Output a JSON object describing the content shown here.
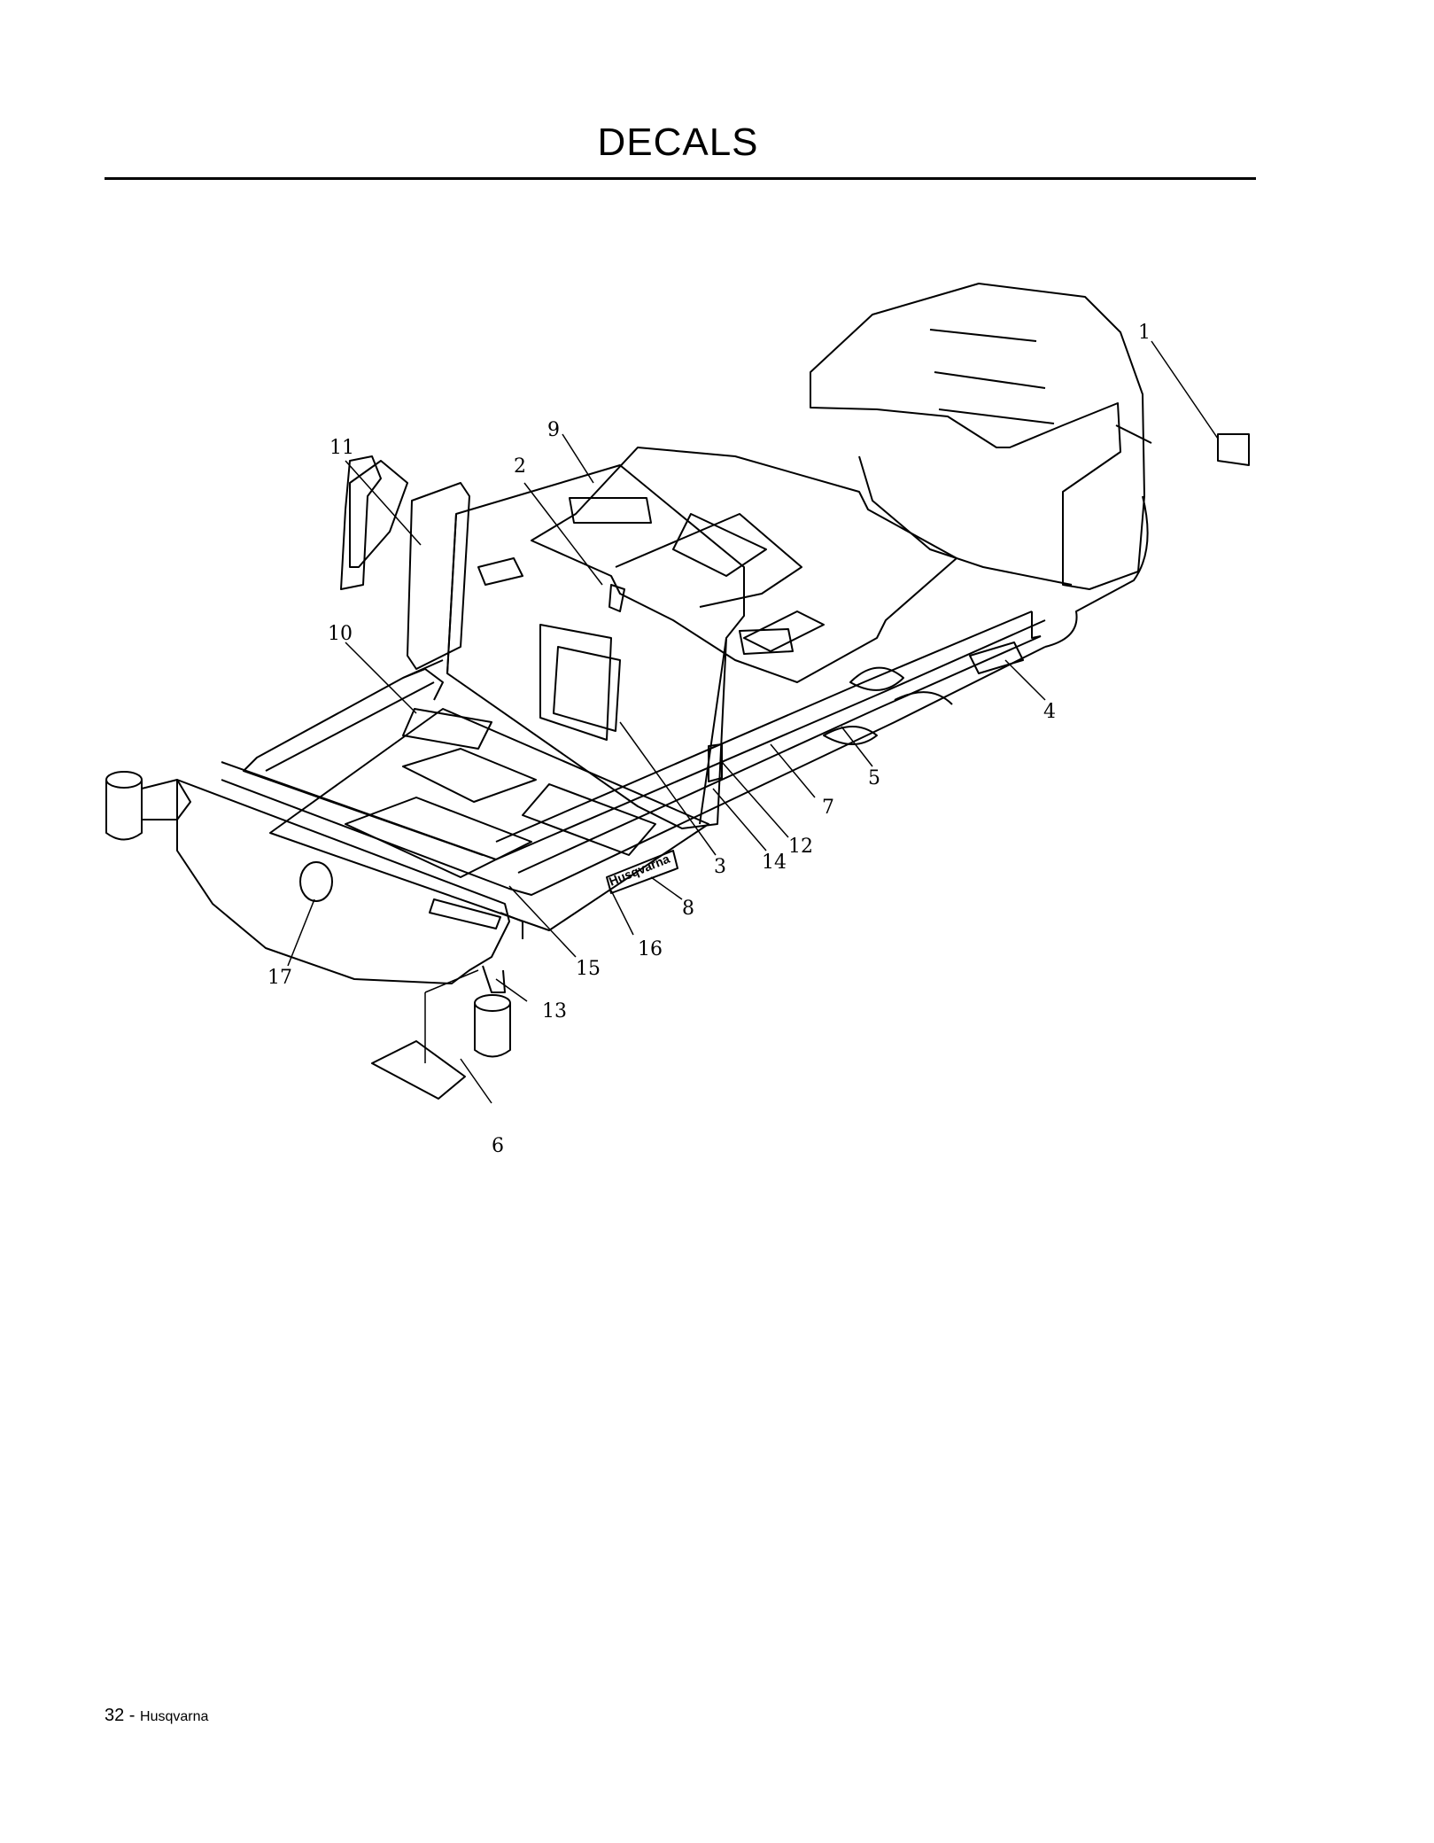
{
  "header": {
    "title": "DECALS"
  },
  "diagram": {
    "callouts": [
      "1",
      "2",
      "3",
      "4",
      "5",
      "6",
      "7",
      "8",
      "9",
      "10",
      "11",
      "12",
      "13",
      "14",
      "15",
      "16",
      "17"
    ],
    "brand_text": "Husqvarna"
  },
  "footer": {
    "page_number": "32",
    "separator": " - ",
    "brand": "Husqvarna"
  }
}
